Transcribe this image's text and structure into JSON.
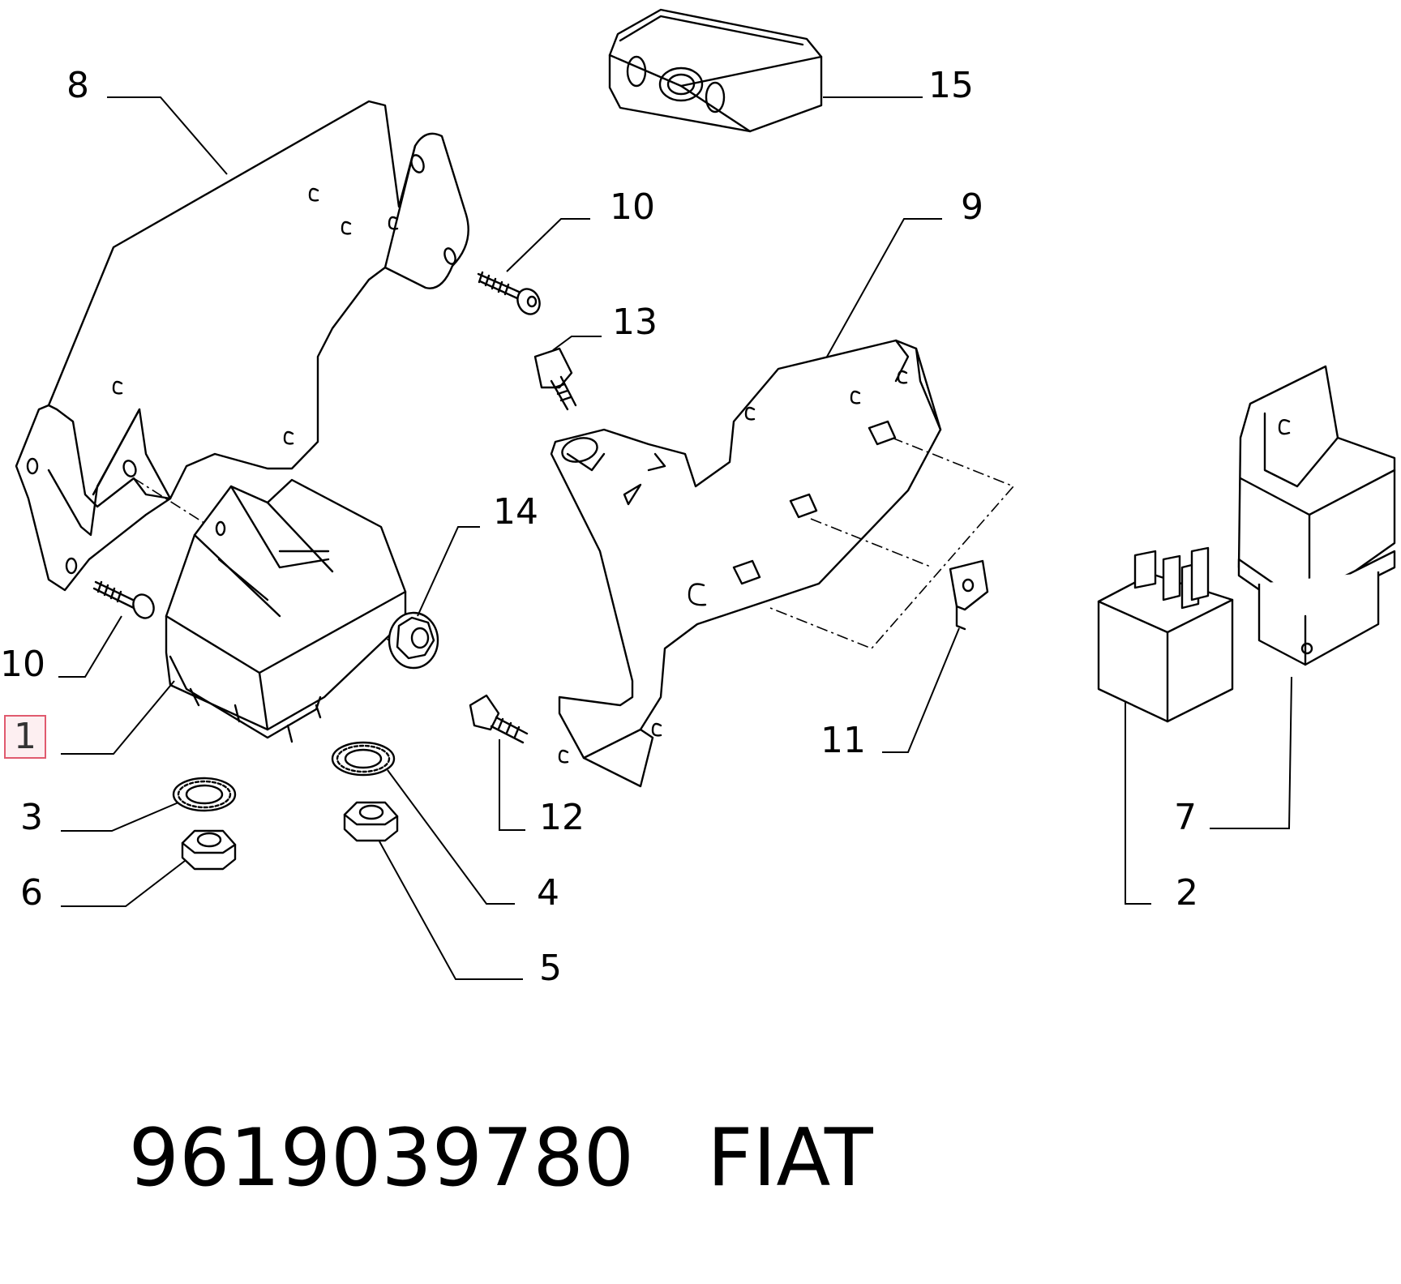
{
  "diagram": {
    "callouts": [
      {
        "id": "8",
        "text": "8"
      },
      {
        "id": "15",
        "text": "15"
      },
      {
        "id": "10a",
        "text": "10"
      },
      {
        "id": "9",
        "text": "9"
      },
      {
        "id": "13",
        "text": "13"
      },
      {
        "id": "14",
        "text": "14"
      },
      {
        "id": "10b",
        "text": "10"
      },
      {
        "id": "1",
        "text": "1",
        "highlighted": true
      },
      {
        "id": "11",
        "text": "11"
      },
      {
        "id": "3",
        "text": "3"
      },
      {
        "id": "12",
        "text": "12"
      },
      {
        "id": "7",
        "text": "7"
      },
      {
        "id": "6",
        "text": "6"
      },
      {
        "id": "4",
        "text": "4"
      },
      {
        "id": "2",
        "text": "2"
      },
      {
        "id": "5",
        "text": "5"
      }
    ],
    "highlight_color": "#e05a6e"
  },
  "caption": {
    "part_number": "9619039780",
    "brand": "FIAT"
  }
}
